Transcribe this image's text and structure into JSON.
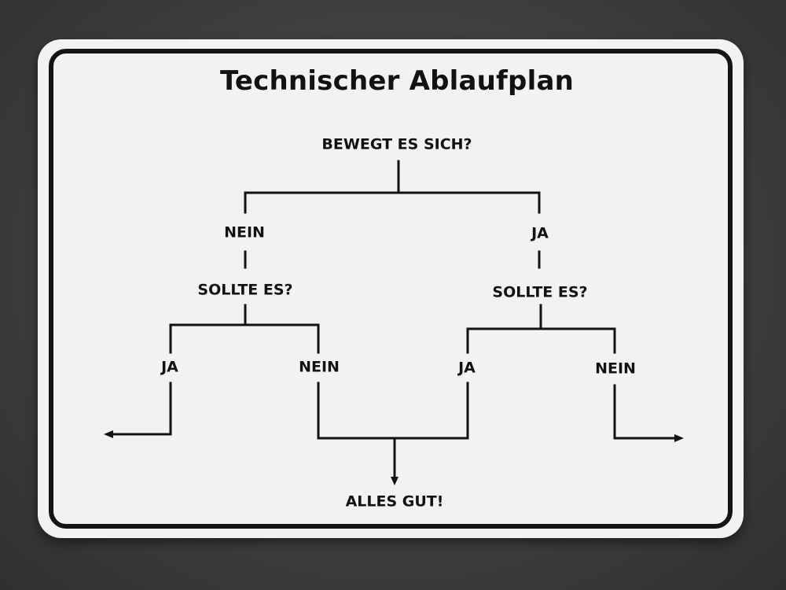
{
  "sign": {
    "title": "Technischer Ablaufplan",
    "root_question": "BEWEGT ES SICH?",
    "left_branch": {
      "answer": "NEIN",
      "question": "SOLLTE ES?",
      "yes": "JA",
      "no": "NEIN"
    },
    "right_branch": {
      "answer": "JA",
      "question": "SOLLTE ES?",
      "yes": "JA",
      "no": "NEIN"
    },
    "result": "ALLES GUT!"
  },
  "colors": {
    "background": "#3e3f40",
    "sign_face": "#f2f2f0",
    "ink": "#121212"
  }
}
